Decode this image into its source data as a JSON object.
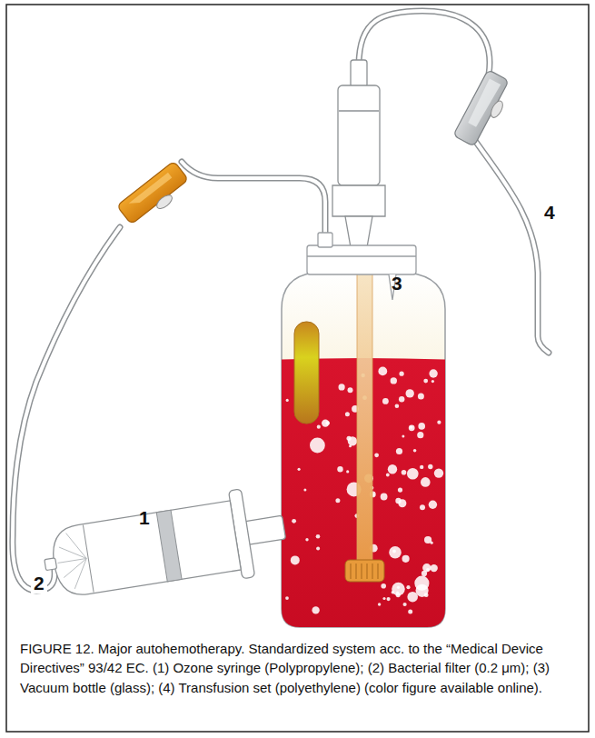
{
  "diagram": {
    "caption": "FIGURE 12. Major autohemotherapy. Standardized system acc. to the “Medical Device Directives” 93/42 EC. (1) Ozone syringe (Polypropylene); (2) Bacterial filter (0.2 μm); (3) Vacuum bottle (glass); (4) Transfusion set (polyethylene) (color figure available online).",
    "labels": [
      "1",
      "2",
      "3",
      "4"
    ]
  }
}
